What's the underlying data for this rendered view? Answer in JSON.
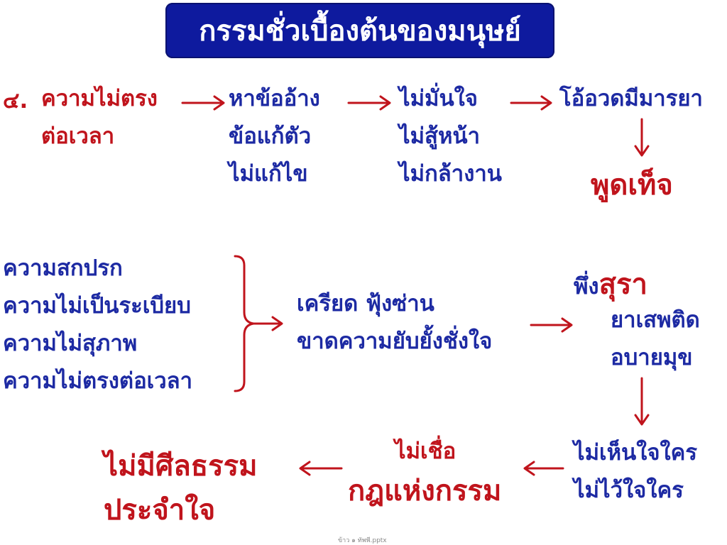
{
  "title": "กรรมชั่วเบื้องต้นของมนุษย์",
  "row1": {
    "number": "๔.",
    "cause": [
      "ความไม่ตรง",
      "ต่อเวลา"
    ],
    "excuse": [
      "หาข้ออ้าง",
      "ข้อแก้ตัว",
      "ไม่แก้ไข"
    ],
    "lack_confidence": [
      "ไม่มั่นใจ",
      "ไม่สู้หน้า",
      "ไม่กล้างาน"
    ],
    "boast": "โอ้อวดมีมารยา",
    "lie": "พูดเท็จ"
  },
  "row2": {
    "causes": [
      "ความสกปรก",
      "ความไม่เป็นระเบียบ",
      "ความไม่สุภาพ",
      "ความไม่ตรงต่อเวลา"
    ],
    "stress": [
      "เครียด  ฟุ้งซ่าน",
      "ขาดความยับยั้งชั่งใจ"
    ],
    "rely_prefix": "พึ่ง",
    "rely_alcohol": "สุรา",
    "vices": [
      "ยาเสพติด",
      "อบายมุข"
    ]
  },
  "row3": {
    "distrust": [
      "ไม่เห็นใจใคร",
      "ไม่ไว้ใจใคร"
    ],
    "disbelief": "ไม่เชื่อ",
    "karma": "กฎแห่งกรรม",
    "no_morals": [
      "ไม่มีศีลธรรม",
      "ประจำใจ"
    ]
  },
  "footer": "ข้าว ๑ ทัพพี.pptx",
  "colors": {
    "title_bg": "#0e1a9e",
    "blue_text": "#1d2aa3",
    "red_text": "#c0141c",
    "arrow": "#c0141c"
  }
}
